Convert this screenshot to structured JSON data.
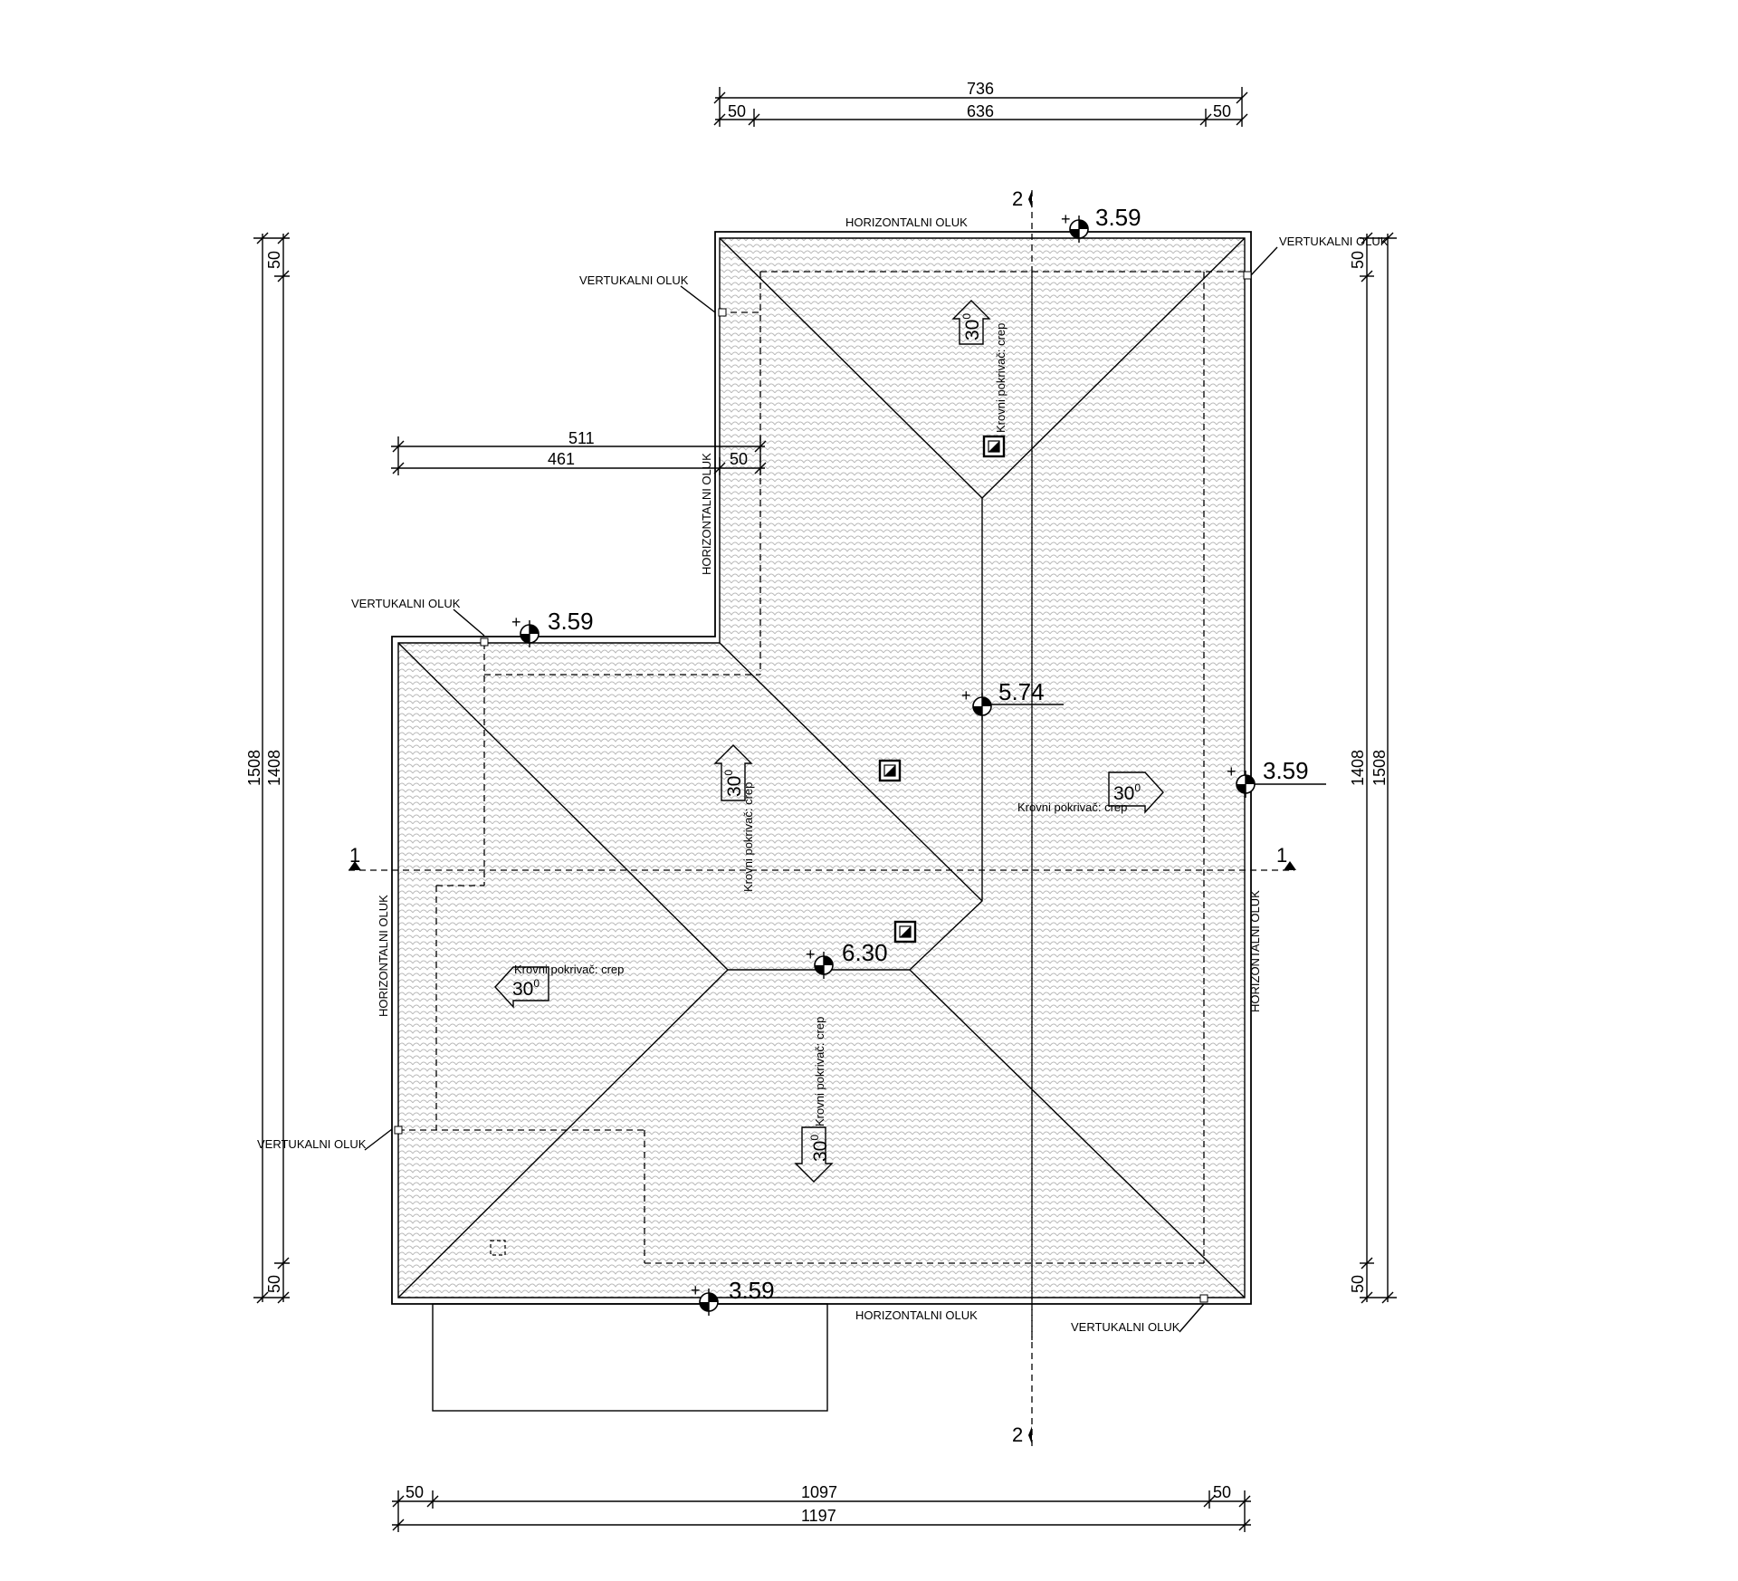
{
  "dimensions": {
    "top_total": "736",
    "top_left": "50",
    "top_mid": "636",
    "top_right": "50",
    "mid_total": "511",
    "mid_left": "461",
    "mid_right": "50",
    "bottom_left": "50",
    "bottom_mid": "1097",
    "bottom_right": "50",
    "bottom_total": "1197",
    "left_outer": "1508",
    "left_inner": "1408",
    "left_top": "50",
    "left_bottom": "50",
    "right_inner": "1408",
    "right_outer": "1508",
    "right_top": "50",
    "right_bottom": "50"
  },
  "levels": {
    "top": "3.59",
    "left_wing": "3.59",
    "ridge_upper": "5.74",
    "right": "3.59",
    "ridge_center": "6.30",
    "bottom": "3.59"
  },
  "gutters": {
    "horizontal": "HORIZONTALNI OLUK",
    "vertical": "VERTUKALNI OLUK"
  },
  "roof": {
    "cover": "Krovni pokrivač: crep",
    "angle": "30",
    "angle_unit": "0"
  },
  "sections": {
    "s1": "1",
    "s2": "2"
  }
}
